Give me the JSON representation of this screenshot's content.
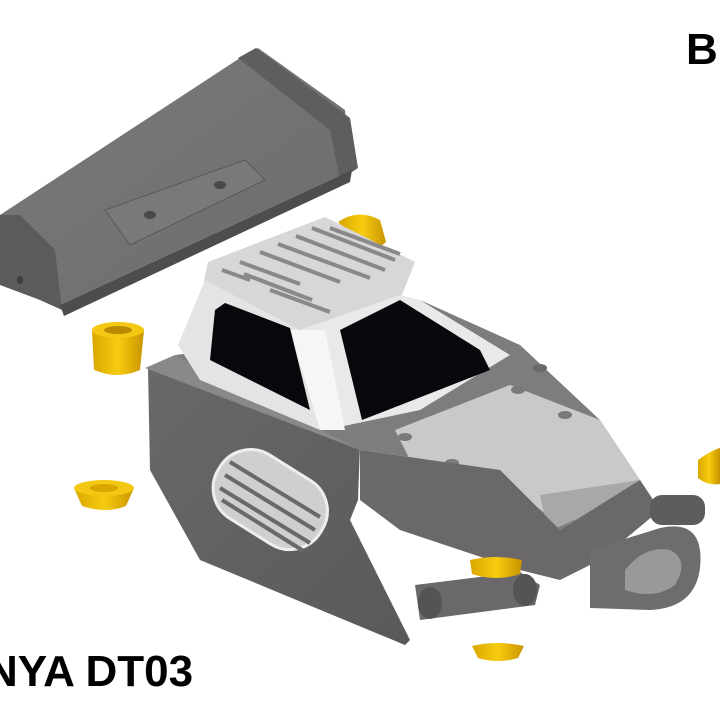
{
  "labels": {
    "top_right": "B",
    "bottom_left": "NYA DT03"
  },
  "render": {
    "subject": "3D CAD render of RC buggy body (Tamiya DT03) with rear wing and yellow bushings",
    "parts": [
      "rear-wing",
      "cockpit-canopy",
      "chassis-body",
      "front-bumper",
      "side-vent-grille",
      "yellow-bushings"
    ],
    "colors": {
      "body_dark": "#6e6c6e",
      "body_mid": "#8a888a",
      "body_light": "#c8c8c8",
      "canopy": "#dcdcdc",
      "window": "#08080c",
      "yellow": "#e8b800"
    }
  }
}
